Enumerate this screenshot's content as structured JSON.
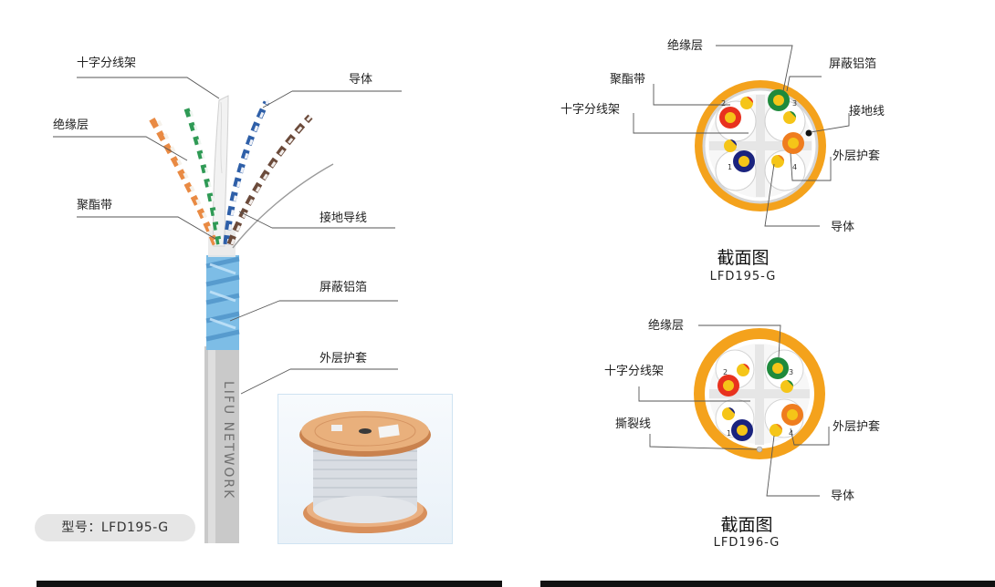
{
  "cable": {
    "labels": {
      "cross": "十字分线架",
      "conductor": "导体",
      "insulation": "绝缘层",
      "polyester": "聚酯带",
      "drain": "接地导线",
      "foil": "屏蔽铝箔",
      "jacket": "外层护套"
    },
    "jacket_text": "LIFU NETWORK",
    "model": "型号：LFD195-G"
  },
  "section1": {
    "labels": {
      "insulation": "绝缘层",
      "foil": "屏蔽铝箔",
      "polyester": "聚酯带",
      "cross": "十字分线架",
      "ground": "接地线",
      "jacket": "外层护套",
      "conductor": "导体"
    },
    "pair_numbers": [
      "2",
      "3",
      "1",
      "4"
    ],
    "title": "截面图",
    "code": "LFD195-G"
  },
  "section2": {
    "labels": {
      "insulation": "绝缘层",
      "cross": "十字分线架",
      "ripcord": "撕裂线",
      "jacket": "外层护套",
      "conductor": "导体"
    },
    "pair_numbers": [
      "2",
      "3",
      "1",
      "4"
    ],
    "title": "截面图",
    "code": "LFD196-G"
  },
  "colors": {
    "jacket_orange": "#f4a21c",
    "red": "#e8321e",
    "green": "#1f8a3c",
    "blue": "#1a237e",
    "orange": "#ef7d1f",
    "conductor_yellow": "#f5c518",
    "foil_blue": "#5fa8d8"
  }
}
